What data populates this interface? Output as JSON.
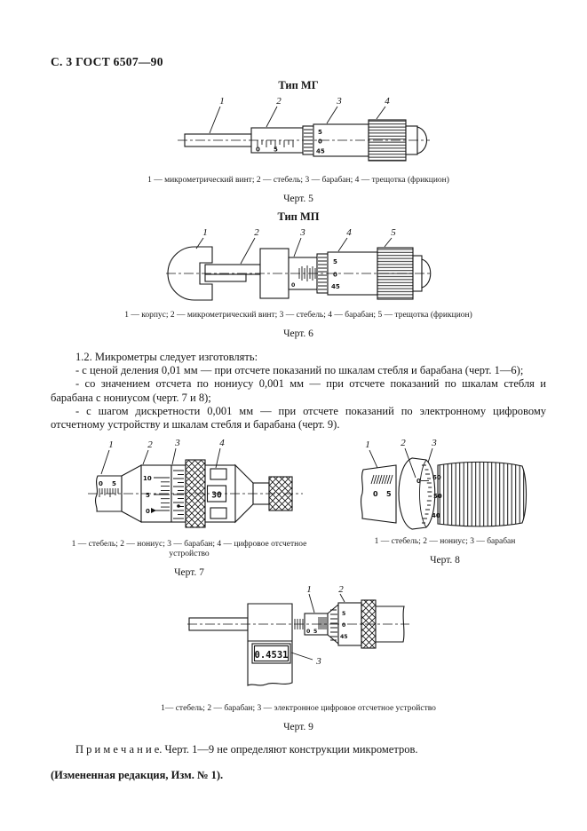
{
  "page": {
    "header": "С. 3 ГОСТ 6507—90"
  },
  "fig5": {
    "title": "Тип МГ",
    "callouts": [
      "1",
      "2",
      "3",
      "4"
    ],
    "stem": [
      "0",
      "5"
    ],
    "barrel": [
      "5",
      "0",
      "45"
    ],
    "caption": "1 — микрометрический винт; 2 — стебель; 3 — барабан; 4 — трещотка (фрикцион)",
    "label": "Черт. 5"
  },
  "fig6": {
    "title": "Тип МП",
    "callouts": [
      "1",
      "2",
      "3",
      "4",
      "5"
    ],
    "stem": [
      "0"
    ],
    "barrel": [
      "5",
      "0",
      "45"
    ],
    "caption": "1 — корпус; 2 — микрометрический винт; 3 — стебель; 4 — барабан; 5 — трещотка (фрикцион)",
    "label": "Черт. 6"
  },
  "clause": {
    "intro": "1.2.  Микрометры следует изготовлять:",
    "items": [
      "-  с ценой деления 0,01 мм — при отсчете показаний по шкалам стебля и барабана (черт. 1—6);",
      "-  со значением отсчета по нониусу 0,001 мм — при отсчете показаний по шкалам стебля и барабана с нониусом (черт. 7 и 8);",
      "-  с шагом дискретности 0,001 мм — при отсчете показаний по электронному цифровому отсчетному устройству и шкалам стебля и барабана (черт. 9)."
    ]
  },
  "fig7": {
    "callouts": [
      "1",
      "2",
      "3",
      "4"
    ],
    "stem": [
      "0",
      "5"
    ],
    "vernier": [
      "10",
      "5",
      "0"
    ],
    "display": "30",
    "caption": "1 — стебель; 2 — нониус; 3 — барабан; 4 — цифровое отсчетное устройство",
    "label": "Черт. 7"
  },
  "fig8": {
    "callouts": [
      "1",
      "2",
      "3"
    ],
    "stem": [
      "0",
      "5"
    ],
    "dial_zero": "0",
    "dial": [
      "60",
      "50",
      "40"
    ],
    "caption": "1 — стебель; 2 — нониус; 3 — барабан",
    "label": "Черт. 8"
  },
  "fig9": {
    "callouts": [
      "1",
      "2",
      "3"
    ],
    "stem": [
      "0",
      "5"
    ],
    "barrel": [
      "5",
      "0",
      "45"
    ],
    "display": "0.4531",
    "caption": "1— стебель; 2 — барабан; 3 — электронное цифровое отсчетное устройство",
    "label": "Черт. 9"
  },
  "note": "П р и м е ч а н и е. Черт. 1—9 не определяют конструкции микрометров.",
  "revision": "(Измененная редакция, Изм. № 1)."
}
